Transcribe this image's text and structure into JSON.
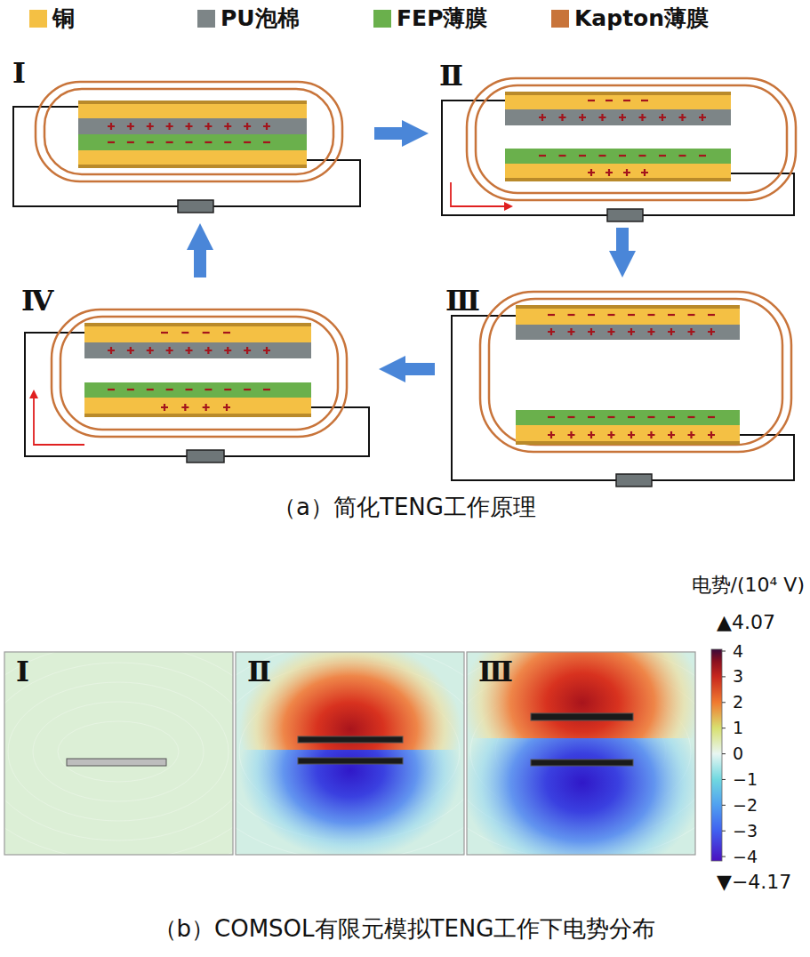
{
  "diagram": {
    "nodes": [
      {
        "text": [
          "Ⅰ"
        ]
      },
      {
        "text": [
          "Ⅱ"
        ]
      },
      {
        "text": [
          "Ⅲ"
        ]
      },
      {
        "text": [
          "Ⅳ"
        ]
      }
    ],
    "edges": [
      {
        "from": 0,
        "to": 1,
        "arrow": "to"
      },
      {
        "from": 1,
        "to": 2,
        "arrow": "to"
      },
      {
        "from": 2,
        "to": 3,
        "arrow": "to"
      },
      {
        "from": 3,
        "to": 0,
        "arrow": "to"
      }
    ],
    "labels": [
      "（a）简化TENG工作原理",
      "Ⅰ",
      "Ⅱ",
      "Ⅲ",
      "电势/(10⁴ V)",
      "▲4.07",
      "4",
      "3",
      "2",
      "1",
      "0",
      "−1",
      "−2",
      "−3",
      "−4",
      "▼−4.17",
      "（b）COMSOL有限元模拟TENG工作下电势分布"
    ],
    "legend": [
      {
        "text": "铜",
        "color": "#f4c044"
      },
      {
        "text": "PU泡棉",
        "color": "#7d8587"
      },
      {
        "text": "FEP薄膜",
        "color": "#6ab04c"
      },
      {
        "text": "Kapton薄膜",
        "color": "#c8743a"
      }
    ]
  }
}
